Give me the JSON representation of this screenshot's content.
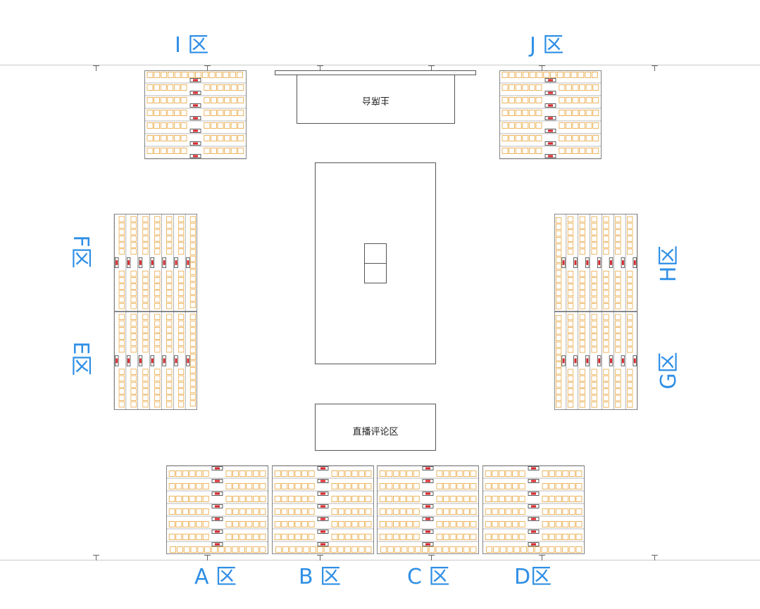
{
  "zones": {
    "I": "I 区",
    "J": "J 区",
    "F": "F区",
    "E": "E区",
    "H": "H区",
    "G": "G区",
    "A": "A 区",
    "B": "B 区",
    "C": "C 区",
    "D": "D区"
  },
  "venue": {
    "presidium": "主席台",
    "commentary": "直播评论区"
  },
  "seat_colors": {
    "seat_border": "#e8a33a",
    "row_marker": "#d9262c",
    "zone_label": "#2f8fe6"
  }
}
